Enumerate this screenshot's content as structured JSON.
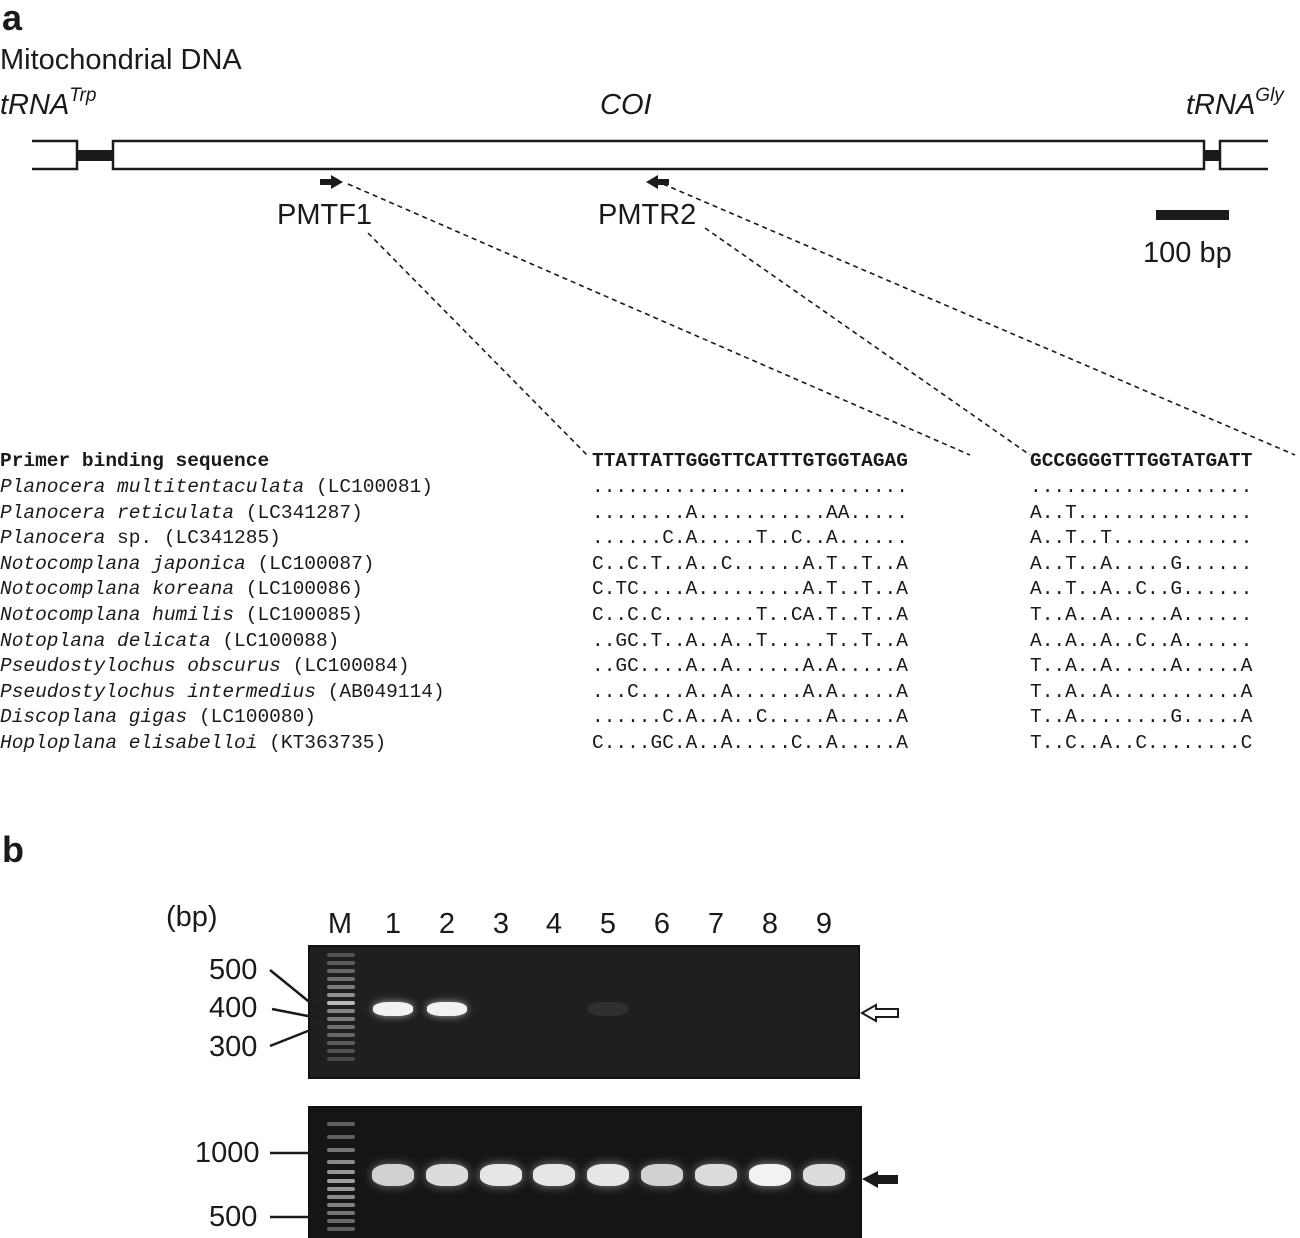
{
  "panel_a": {
    "label": "a",
    "heading": "Mitochondrial DNA",
    "gene_left": {
      "name": "tRNA",
      "superscript": "Trp"
    },
    "gene_center": "COI",
    "gene_right": {
      "name": "tRNA",
      "superscript": "Gly"
    },
    "primer_forward": "PMTF1",
    "primer_reverse": "PMTR2",
    "scale_bar": "100 bp",
    "alignment": {
      "header": "Primer binding sequence",
      "primer_f_seq": "TTATTATTGGGTTCATTTGTGGTAGAG",
      "primer_r_seq": "GCCGGGGTTTGGTATGATT",
      "rows": [
        {
          "genus": "Planocera",
          "epithet": "multitentaculata",
          "suffix": "",
          "accession": "(LC100081)",
          "seq1": "...........................",
          "seq2": "..................."
        },
        {
          "genus": "Planocera",
          "epithet": "reticulata",
          "suffix": "",
          "accession": "(LC341287)",
          "seq1": "........A...........AA.....",
          "seq2": "A..T..............."
        },
        {
          "genus": "Planocera",
          "epithet": "",
          "suffix": "sp.",
          "accession": "(LC341285)",
          "seq1": "......C.A.....T..C..A......",
          "seq2": "A..T..T............"
        },
        {
          "genus": "Notocomplana",
          "epithet": "japonica",
          "suffix": "",
          "accession": "(LC100087)",
          "seq1": "C..C.T..A..C......A.T..T..A",
          "seq2": "A..T..A.....G......"
        },
        {
          "genus": "Notocomplana",
          "epithet": "koreana",
          "suffix": "",
          "accession": "(LC100086)",
          "seq1": "C.TC....A.........A.T..T..A",
          "seq2": "A..T..A..C..G......"
        },
        {
          "genus": "Notocomplana",
          "epithet": "humilis",
          "suffix": "",
          "accession": "(LC100085)",
          "seq1": "C..C.C........T..CA.T..T..A",
          "seq2": "T..A..A.....A......"
        },
        {
          "genus": "Notoplana",
          "epithet": "delicata",
          "suffix": "",
          "accession": "(LC100088)",
          "seq1": "..GC.T..A..A..T.....T..T..A",
          "seq2": "A..A..A..C..A......"
        },
        {
          "genus": "Pseudostylochus",
          "epithet": "obscurus",
          "suffix": "",
          "accession": "(LC100084)",
          "seq1": "..GC....A..A......A.A.....A",
          "seq2": "T..A..A.....A.....A"
        },
        {
          "genus": "Pseudostylochus",
          "epithet": "intermedius",
          "suffix": "",
          "accession": "(AB049114)",
          "seq1": "...C....A..A......A.A.....A",
          "seq2": "T..A..A...........A"
        },
        {
          "genus": "Discoplana",
          "epithet": "gigas",
          "suffix": "",
          "accession": "(LC100080)",
          "seq1": "......C.A..A..C.....A.....A",
          "seq2": "T..A........G.....A"
        },
        {
          "genus": "Hoploplana",
          "epithet": "elisabelloi",
          "suffix": "",
          "accession": "(KT363735)",
          "seq1": "C....GC.A..A.....C..A.....A",
          "seq2": "T..C..A..C........C"
        }
      ]
    }
  },
  "panel_b": {
    "label": "b",
    "unit": "(bp)",
    "lanes": [
      "M",
      "1",
      "2",
      "3",
      "4",
      "5",
      "6",
      "7",
      "8",
      "9"
    ],
    "top_gel_markers": [
      "500",
      "400",
      "300"
    ],
    "bottom_gel_markers": [
      "1000",
      "500"
    ],
    "top_gel_band_intensity": [
      1,
      1,
      0,
      0,
      0.08,
      0,
      0,
      0,
      0
    ],
    "bottom_gel_band_intensity": [
      0.85,
      0.9,
      0.95,
      0.95,
      0.95,
      0.85,
      0.9,
      1,
      0.9
    ],
    "colors": {
      "gel_background": "#1f1f1f",
      "band": "#f2f2f2",
      "ink": "#1a1a1a"
    }
  }
}
